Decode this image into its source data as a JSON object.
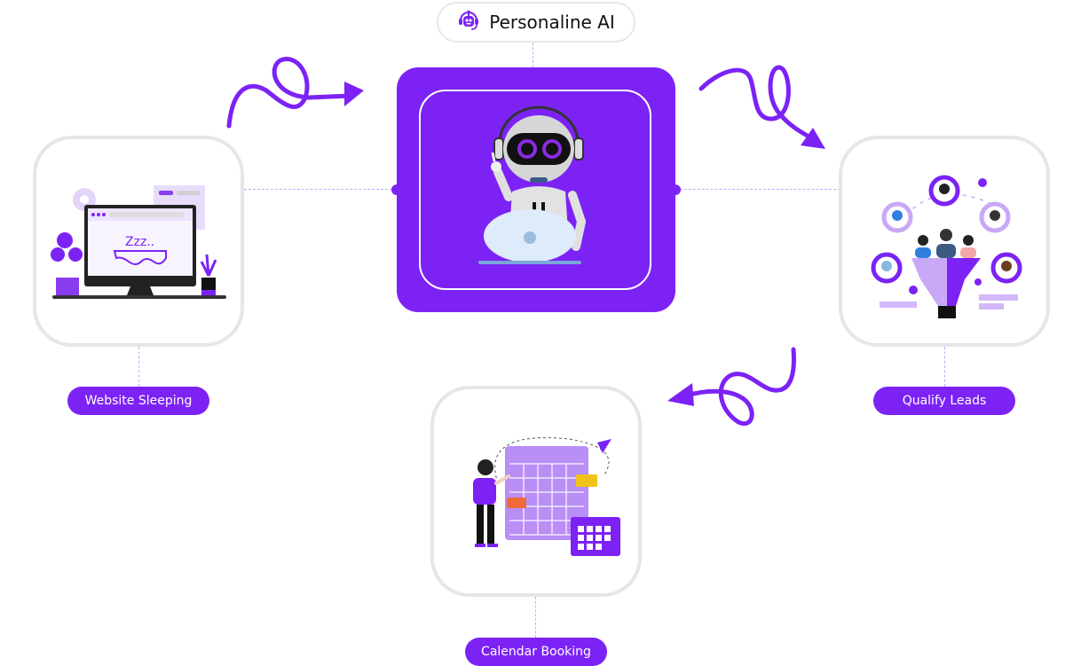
{
  "header": {
    "title": "Personaline AI",
    "icon": "robot-icon"
  },
  "colors": {
    "accent": "#7c22f5",
    "card_border": "#e6e6e6",
    "connector": "#c9a8f7",
    "light_accent": "#d3b8fb"
  },
  "center": {
    "illustration": "robot-with-laptop-illustration"
  },
  "steps": [
    {
      "label": "Website Sleeping",
      "illustration": "sleeping-computer-illustration"
    },
    {
      "label": "Qualify Leads",
      "illustration": "lead-funnel-illustration"
    },
    {
      "label": "Calendar Booking",
      "illustration": "calendar-planning-illustration"
    }
  ]
}
